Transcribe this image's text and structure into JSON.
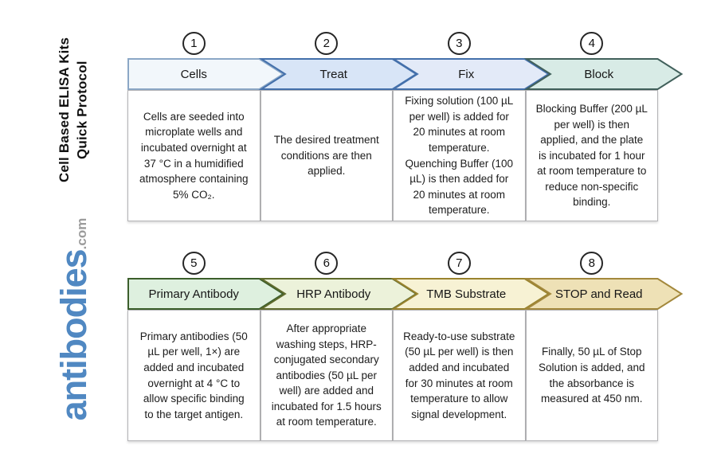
{
  "sidebar": {
    "title": "Cell Based ELISA Kits\nQuick Protocol",
    "logo_main": "antibodies",
    "logo_tld": ".com",
    "logo_color": "#5088c2",
    "logo_tld_color": "#9b9b9b"
  },
  "steps": [
    {
      "number": "1",
      "label": "Cells",
      "description": "Cells are seeded into microplate wells and incubated overnight at 37 °C in a humidified atmosphere containing 5% CO₂.",
      "fill": "#f2f7fb",
      "border": "#8ba7c6"
    },
    {
      "number": "2",
      "label": "Treat",
      "description": "The desired treatment conditions are then applied.",
      "fill": "#d8e5f7",
      "border": "#4470ab"
    },
    {
      "number": "3",
      "label": "Fix",
      "description": "Fixing solution (100 µL per well) is added for 20 minutes at room temperature. Quenching Buffer (100 µL) is then added for 20 minutes at room temperature.",
      "fill": "#e3eaf8",
      "border": "#4470ab"
    },
    {
      "number": "4",
      "label": "Block",
      "description": "Blocking Buffer (200 µL per well) is then applied, and the plate is incubated for 1 hour at room temperature to reduce non-specific binding.",
      "fill": "#d8ebe6",
      "border": "#41605b"
    },
    {
      "number": "5",
      "label": "Primary Antibody",
      "description": "Primary antibodies (50 µL per well, 1×) are added and incubated overnight at 4 °C to allow specific binding to the target antigen.",
      "fill": "#def0df",
      "border": "#3b5e2b"
    },
    {
      "number": "6",
      "label": "HRP Antibody",
      "description": "After appropriate washing steps, HRP-conjugated secondary antibodies (50 µL per well) are added and incubated for 1.5 hours at room temperature.",
      "fill": "#ecf2da",
      "border": "#5f6b2d"
    },
    {
      "number": "7",
      "label": "TMB Substrate",
      "description": "Ready-to-use substrate (50 µL per well) is then added and incubated for 30 minutes at room temperature to allow signal development.",
      "fill": "#f7f2d4",
      "border": "#99832e"
    },
    {
      "number": "8",
      "label": "STOP and Read",
      "description": "Finally, 50 µL of Stop Solution is added, and the absorbance is measured at 450 nm.",
      "fill": "#eee1b6",
      "border": "#a3883c"
    }
  ]
}
